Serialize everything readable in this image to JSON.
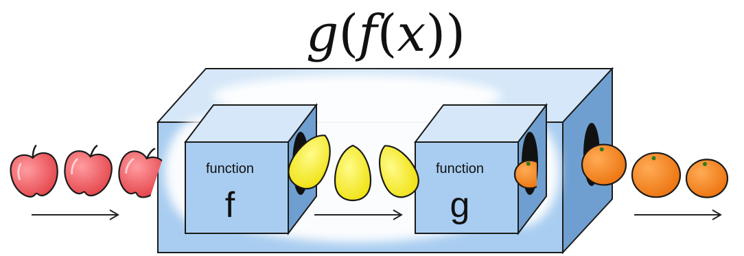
{
  "formula": {
    "g": "g",
    "open1": "(",
    "f": "f",
    "open2": "(",
    "x": "x",
    "close": "))"
  },
  "boxes": {
    "f": {
      "caption": "function",
      "letter": "f"
    },
    "g": {
      "caption": "function",
      "letter": "g"
    }
  },
  "items": {
    "input": "apple",
    "intermediate": "lemon",
    "output": "orange"
  },
  "colors": {
    "box_face": "#a9cdf0",
    "box_side": "#6f9fd0",
    "box_top": "#d5e7f8",
    "outline": "#1a1a1a",
    "cloud": "#ffffff",
    "apple": "#ee5a5f",
    "lemon": "#f6ec12",
    "orange": "#f5820f",
    "arrow": "#222222"
  }
}
